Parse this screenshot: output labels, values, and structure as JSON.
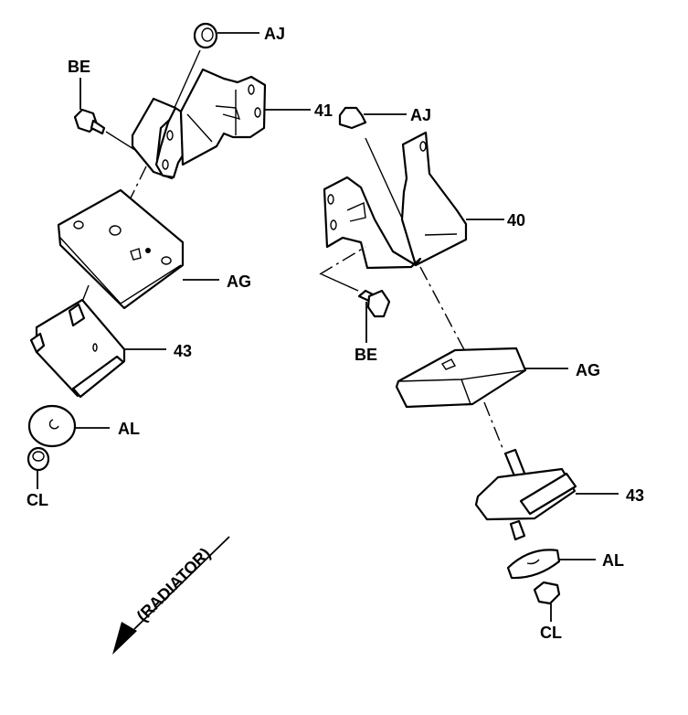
{
  "diagram": {
    "title": "Engine mount exploded view",
    "labels": {
      "aj_left": "AJ",
      "be_left": "BE",
      "bracket_left": "41",
      "aj_right": "AJ",
      "bracket_right": "40",
      "ag_left": "AG",
      "mount_left": "43",
      "al_left": "AL",
      "cl_left": "CL",
      "be_right": "BE",
      "ag_right": "AG",
      "mount_right": "43",
      "al_right": "AL",
      "cl_right": "CL"
    },
    "direction_label": "(RADIATOR)",
    "colors": {
      "ink": "#000000",
      "paper": "#ffffff"
    }
  }
}
